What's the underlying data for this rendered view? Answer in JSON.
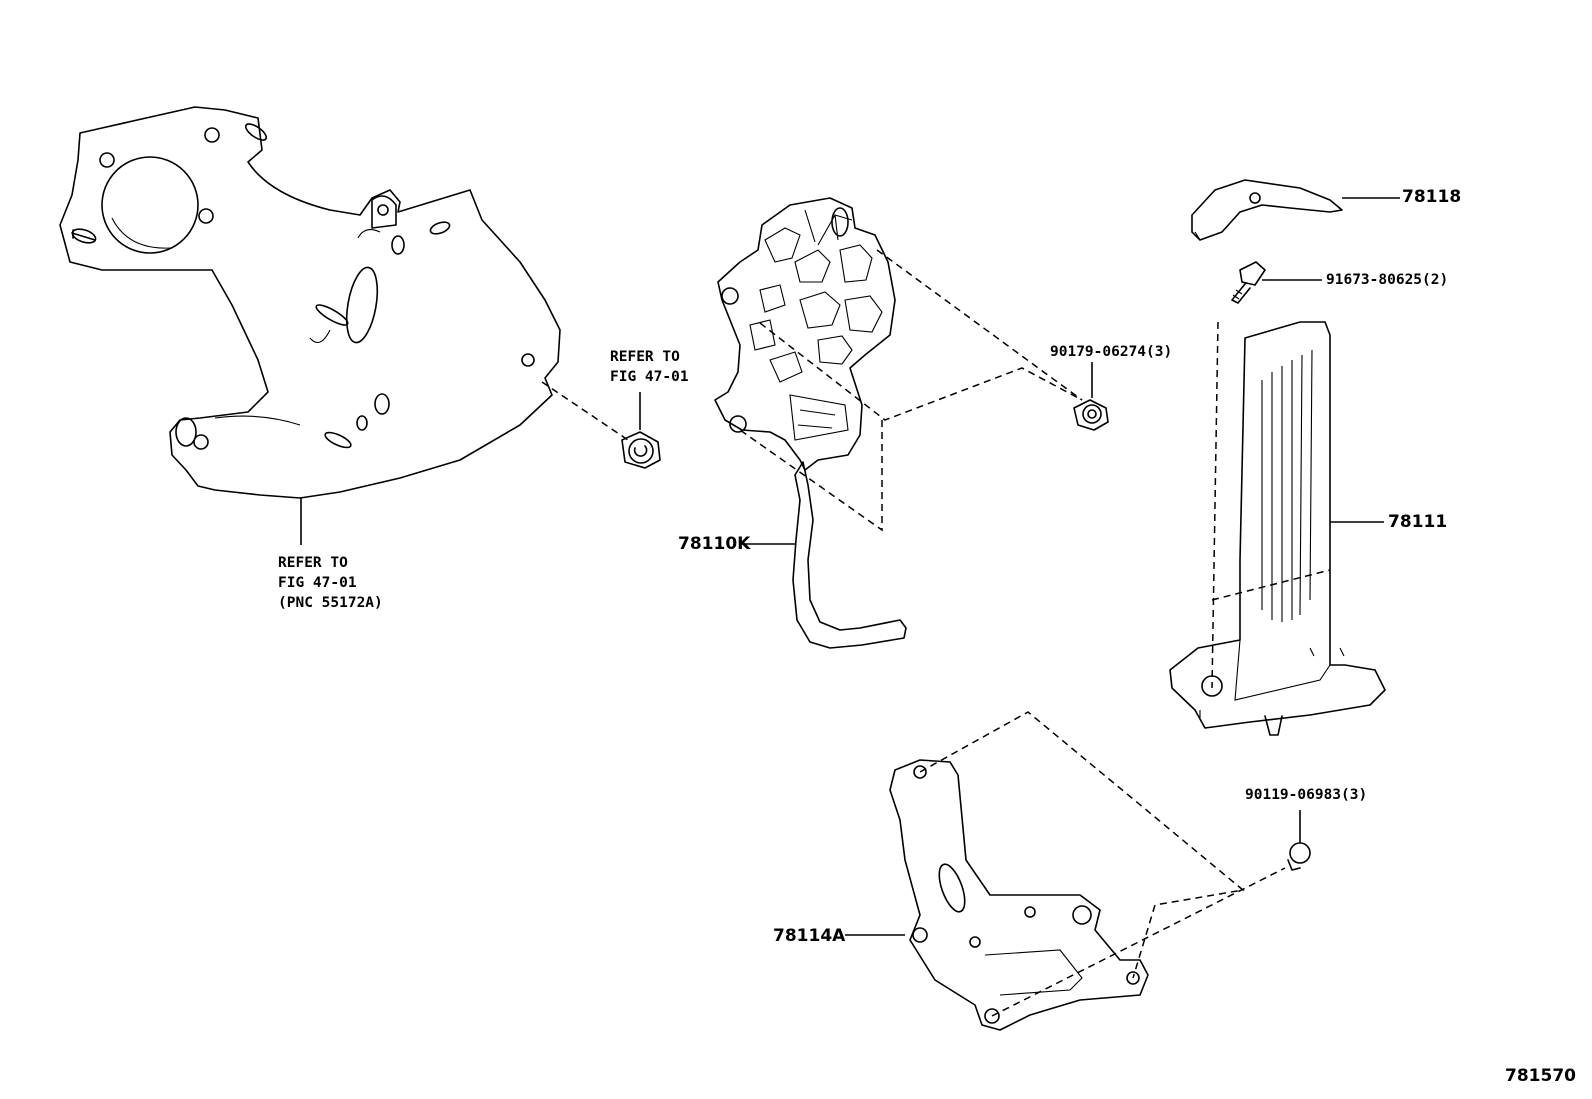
{
  "callouts": {
    "bracket_ref": [
      "REFER TO",
      "FIG 47-01",
      "(PNC 55172A)"
    ],
    "nut_ref": [
      "REFER TO",
      "FIG 47-01"
    ],
    "pedal_assy": "78110K",
    "pad": "78111",
    "cover": "78118",
    "screw": "91673-80625(2)",
    "nut": "90179-06274(3)",
    "bracket": "78114A",
    "bolt": "90119-06983(3)"
  },
  "figure_id": "781570"
}
